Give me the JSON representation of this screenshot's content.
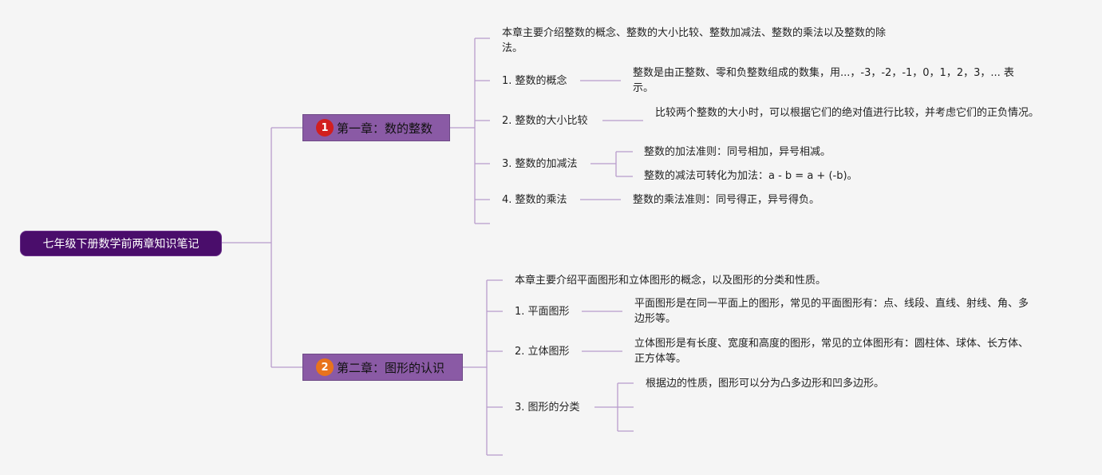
{
  "root": {
    "title": "七年级下册数学前两章知识笔记"
  },
  "chapters": [
    {
      "badge": "1",
      "badge_color": "#d21f1f",
      "title": "第一章：数的整数",
      "intro": "本章主要介绍整数的概念、整数的大小比较、整数加减法、整数的乘法以及整数的除法。",
      "topics": [
        {
          "label": "1. 整数的概念",
          "notes": [
            "整数是由正整数、零和负整数组成的数集，用...，-3，-2，-1，0，1，2，3，... 表示。"
          ]
        },
        {
          "label": "2. 整数的大小比较",
          "notes": [
            "比较两个整数的大小时，可以根据它们的绝对值进行比较，并考虑它们的正负情况。"
          ]
        },
        {
          "label": "3. 整数的加减法",
          "notes": [
            "整数的加法准则：同号相加，异号相减。",
            "整数的减法可转化为加法：a - b = a + (-b)。"
          ]
        },
        {
          "label": "4. 整数的乘法",
          "notes": [
            "整数的乘法准则：同号得正，异号得负。"
          ]
        }
      ]
    },
    {
      "badge": "2",
      "badge_color": "#e8731c",
      "title": "第二章：图形的认识",
      "intro": "本章主要介绍平面图形和立体图形的概念，以及图形的分类和性质。",
      "topics": [
        {
          "label": "1. 平面图形",
          "notes": [
            "平面图形是在同一平面上的图形，常见的平面图形有：点、线段、直线、射线、角、多边形等。"
          ]
        },
        {
          "label": "2. 立体图形",
          "notes": [
            "立体图形是有长度、宽度和高度的图形，常见的立体图形有：圆柱体、球体、长方体、正方体等。"
          ]
        },
        {
          "label": "3. 图形的分类",
          "notes": [
            "根据边的性质，图形可以分为凸多边形和凹多边形。"
          ]
        }
      ]
    }
  ]
}
